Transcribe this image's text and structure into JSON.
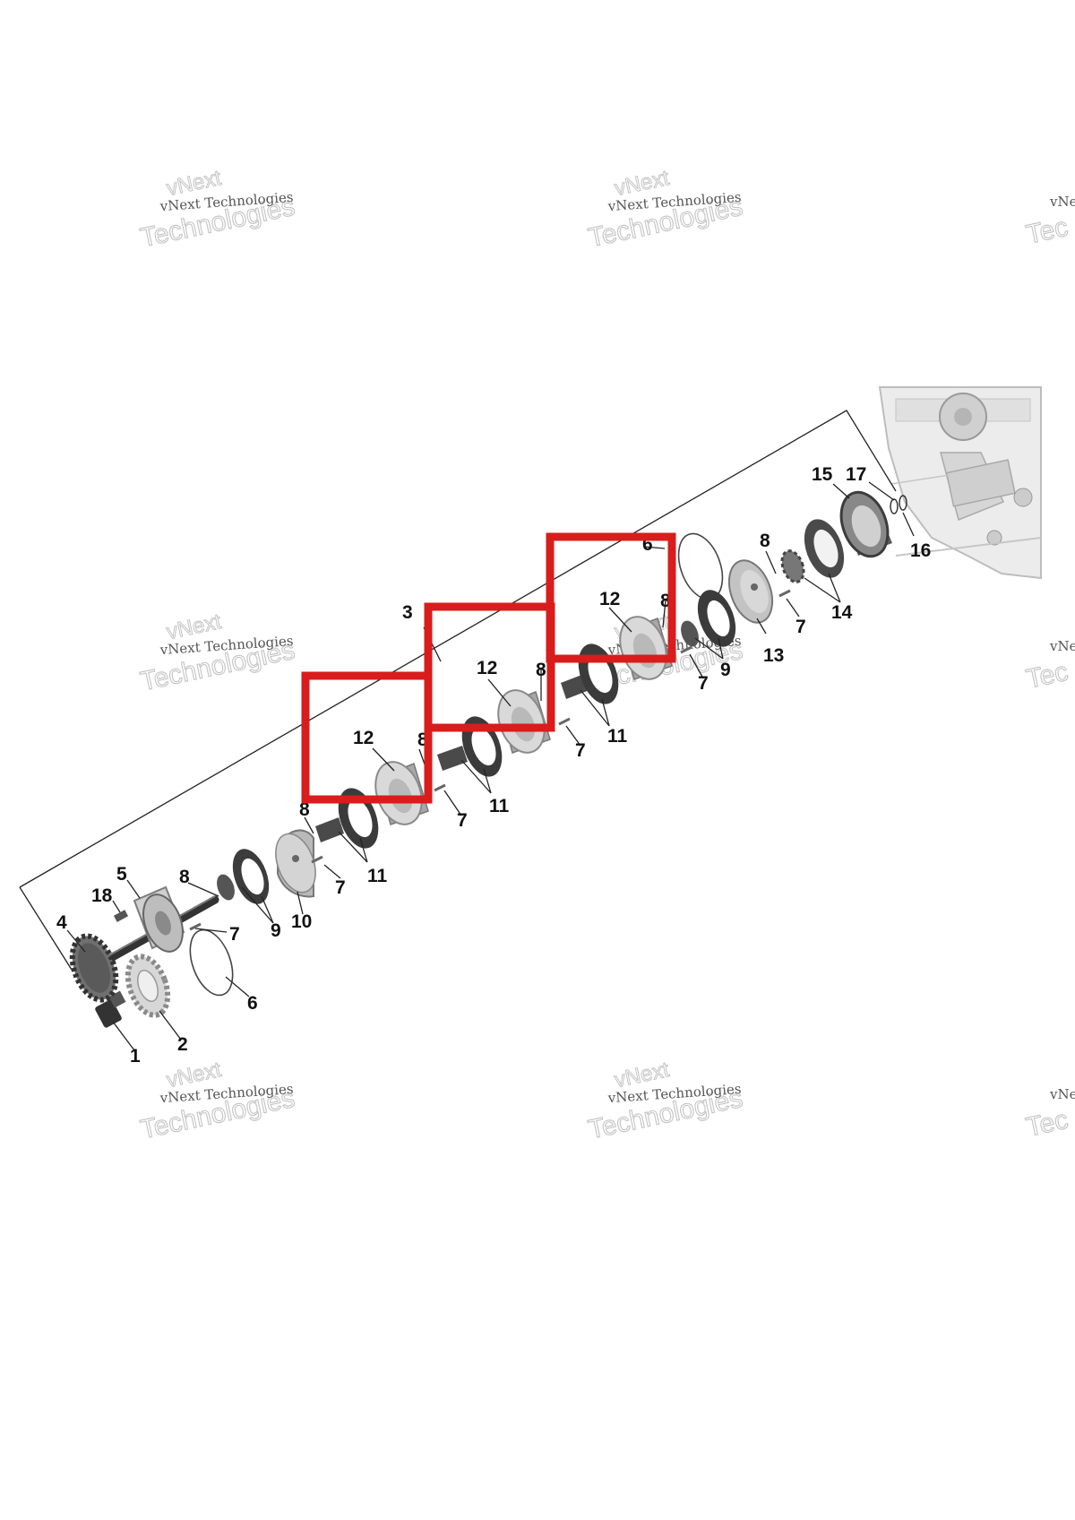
{
  "diagram": {
    "type": "exploded-parts-diagram",
    "callouts": [
      {
        "id": "c1",
        "text": "1"
      },
      {
        "id": "c2",
        "text": "2"
      },
      {
        "id": "c3",
        "text": "3"
      },
      {
        "id": "c4",
        "text": "4"
      },
      {
        "id": "c5",
        "text": "5"
      },
      {
        "id": "c6a",
        "text": "6"
      },
      {
        "id": "c6b",
        "text": "6"
      },
      {
        "id": "c7a",
        "text": "7"
      },
      {
        "id": "c7b",
        "text": "7"
      },
      {
        "id": "c7c",
        "text": "7"
      },
      {
        "id": "c7d",
        "text": "7"
      },
      {
        "id": "c7e",
        "text": "7"
      },
      {
        "id": "c7f",
        "text": "7"
      },
      {
        "id": "c8a",
        "text": "8"
      },
      {
        "id": "c8b",
        "text": "8"
      },
      {
        "id": "c8c",
        "text": "8"
      },
      {
        "id": "c8d",
        "text": "8"
      },
      {
        "id": "c8e",
        "text": "8"
      },
      {
        "id": "c8f",
        "text": "8"
      },
      {
        "id": "c9a",
        "text": "9"
      },
      {
        "id": "c9b",
        "text": "9"
      },
      {
        "id": "c10",
        "text": "10"
      },
      {
        "id": "c11a",
        "text": "11"
      },
      {
        "id": "c11b",
        "text": "11"
      },
      {
        "id": "c11c",
        "text": "11"
      },
      {
        "id": "c12a",
        "text": "12"
      },
      {
        "id": "c12b",
        "text": "12"
      },
      {
        "id": "c12c",
        "text": "12"
      },
      {
        "id": "c13",
        "text": "13"
      },
      {
        "id": "c14",
        "text": "14"
      },
      {
        "id": "c15",
        "text": "15"
      },
      {
        "id": "c16",
        "text": "16"
      },
      {
        "id": "c17",
        "text": "17"
      },
      {
        "id": "c18",
        "text": "18"
      }
    ],
    "highlight_color": "#d91c1c",
    "highlight_count": 3
  },
  "watermark": {
    "line1": "vNext Technologies",
    "line2": "Technologies",
    "line3": "vNext",
    "cut_line1": "vNe",
    "cut_line2": "Tec"
  }
}
